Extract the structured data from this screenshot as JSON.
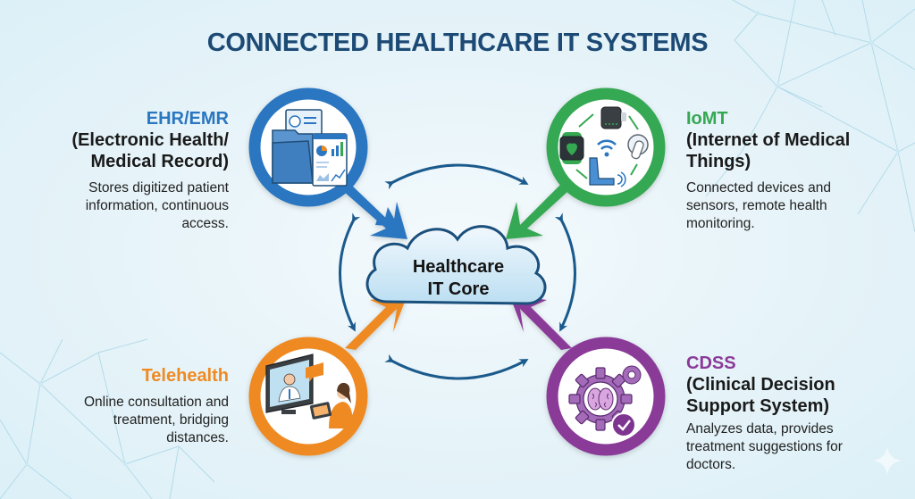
{
  "title": "CONNECTED HEALTHCARE IT SYSTEMS",
  "colors": {
    "title": "#1c4a75",
    "ehr": "#2a76c0",
    "iomt": "#35a852",
    "telehealth": "#ef8a22",
    "cdss": "#8a3a98",
    "connector_arrows": "#1b5a8c",
    "cloud_fill": "#cfe8f6",
    "cloud_stroke": "#1b4f7c",
    "background": "#e3f2f8"
  },
  "core": {
    "label_line1": "Healthcare",
    "label_line2": "IT Core",
    "icon": "cloud-icon"
  },
  "nodes": [
    {
      "id": "ehr",
      "head": "EHR/EMR",
      "sub_line1": "(Electronic Health/",
      "sub_line2": "Medical Record)",
      "desc_line1": "Stores digitized patient",
      "desc_line2": "information, continuous",
      "desc_line3": "access.",
      "icon": "medical-records-folder-icon"
    },
    {
      "id": "iomt",
      "head": "IoMT",
      "sub_line1": "(Internet of Medical",
      "sub_line2": "Things)",
      "desc_line1": "Connected devices and",
      "desc_line2": "sensors, remote health",
      "desc_line3": "monitoring.",
      "icon": "connected-devices-icon"
    },
    {
      "id": "telehealth",
      "head": "Telehealth",
      "desc_line1": "Online consultation and",
      "desc_line2": "treatment, bridging",
      "desc_line3": "distances.",
      "icon": "video-consultation-icon"
    },
    {
      "id": "cdss",
      "head": "CDSS",
      "sub_line1": "(Clinical Decision",
      "sub_line2": "Support System)",
      "desc_line1": "Analyzes data, provides",
      "desc_line2": "treatment suggestions for",
      "desc_line3": "doctors.",
      "icon": "brain-gear-check-icon"
    }
  ]
}
